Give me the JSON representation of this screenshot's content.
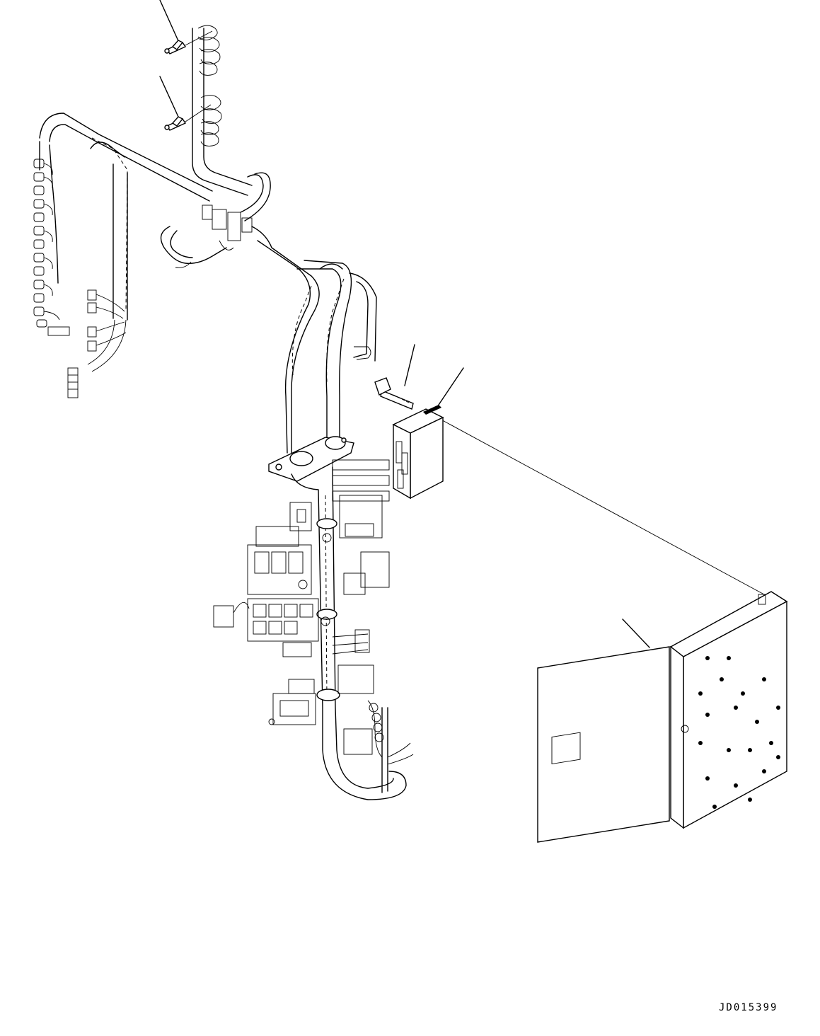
{
  "drawing": {
    "reference_id": "JD015399"
  },
  "parts": [
    {
      "name": "harness-connector-upper"
    },
    {
      "name": "harness-connector-lower"
    },
    {
      "name": "bolt"
    },
    {
      "name": "controller-module"
    },
    {
      "name": "electrical-box-with-door"
    }
  ]
}
